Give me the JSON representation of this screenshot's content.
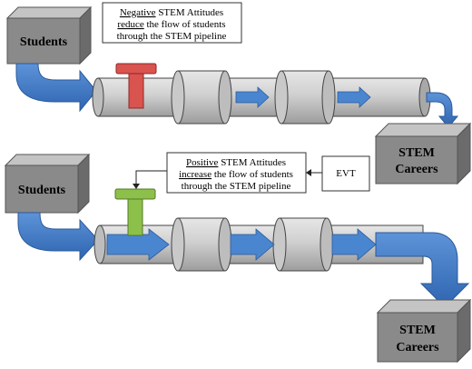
{
  "colors": {
    "box_front": "#8a8a8a",
    "box_top": "#c4c4c4",
    "box_side": "#6b6b6b",
    "pipe": "#c8c8c8",
    "arrow_blue": "#3f78c4",
    "valve_red": "#d9534f",
    "valve_green": "#8cc04a"
  },
  "top": {
    "students_label": "Students",
    "careers_line1": "STEM",
    "careers_line2": "Careers",
    "note_line1_emph": "Negative",
    "note_line1_rest": " STEM Attitudes",
    "note_line2_emph": "reduce",
    "note_line2_rest": " the flow of students",
    "note_line3": "through the STEM pipeline",
    "valve_icon": "red-valve-icon"
  },
  "bottom": {
    "students_label": "Students",
    "careers_line1": "STEM",
    "careers_line2": "Careers",
    "note_line1_emph": "Positive",
    "note_line1_rest": " STEM Attitudes",
    "note_line2_emph": "increase",
    "note_line2_rest": " the flow of students",
    "note_line3": "through the STEM pipeline",
    "evt_label": "EVT",
    "valve_icon": "green-valve-icon"
  }
}
